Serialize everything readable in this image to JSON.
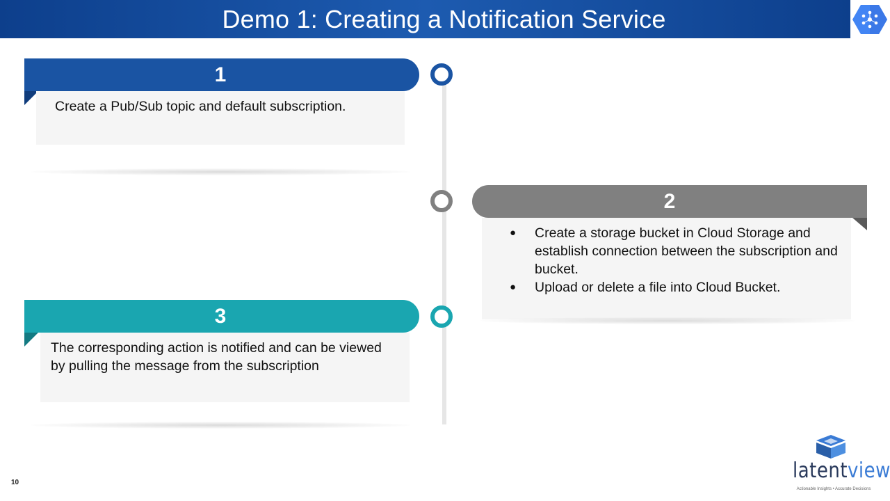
{
  "header": {
    "title": "Demo 1: Creating a Notification Service",
    "logo_icon": "google-cloud-hexagon-icon",
    "accent_color": "#1a54a3"
  },
  "steps": [
    {
      "number": "1",
      "color": "#1a54a3",
      "text": "Create a Pub/Sub topic and default subscription."
    },
    {
      "number": "2",
      "color": "#808080",
      "bullets": [
        "Create a storage bucket in Cloud Storage and establish connection between the subscription and bucket.",
        "Upload or delete a file into Cloud Bucket."
      ]
    },
    {
      "number": "3",
      "color": "#1aa6b0",
      "text": "The corresponding action is notified and can be viewed by pulling the message from the subscription"
    }
  ],
  "footer": {
    "page_number": "10",
    "brand_word_part1": "latent",
    "brand_word_part2": "view",
    "brand_tagline": "Actionable Insights • Accurate Decisions"
  }
}
